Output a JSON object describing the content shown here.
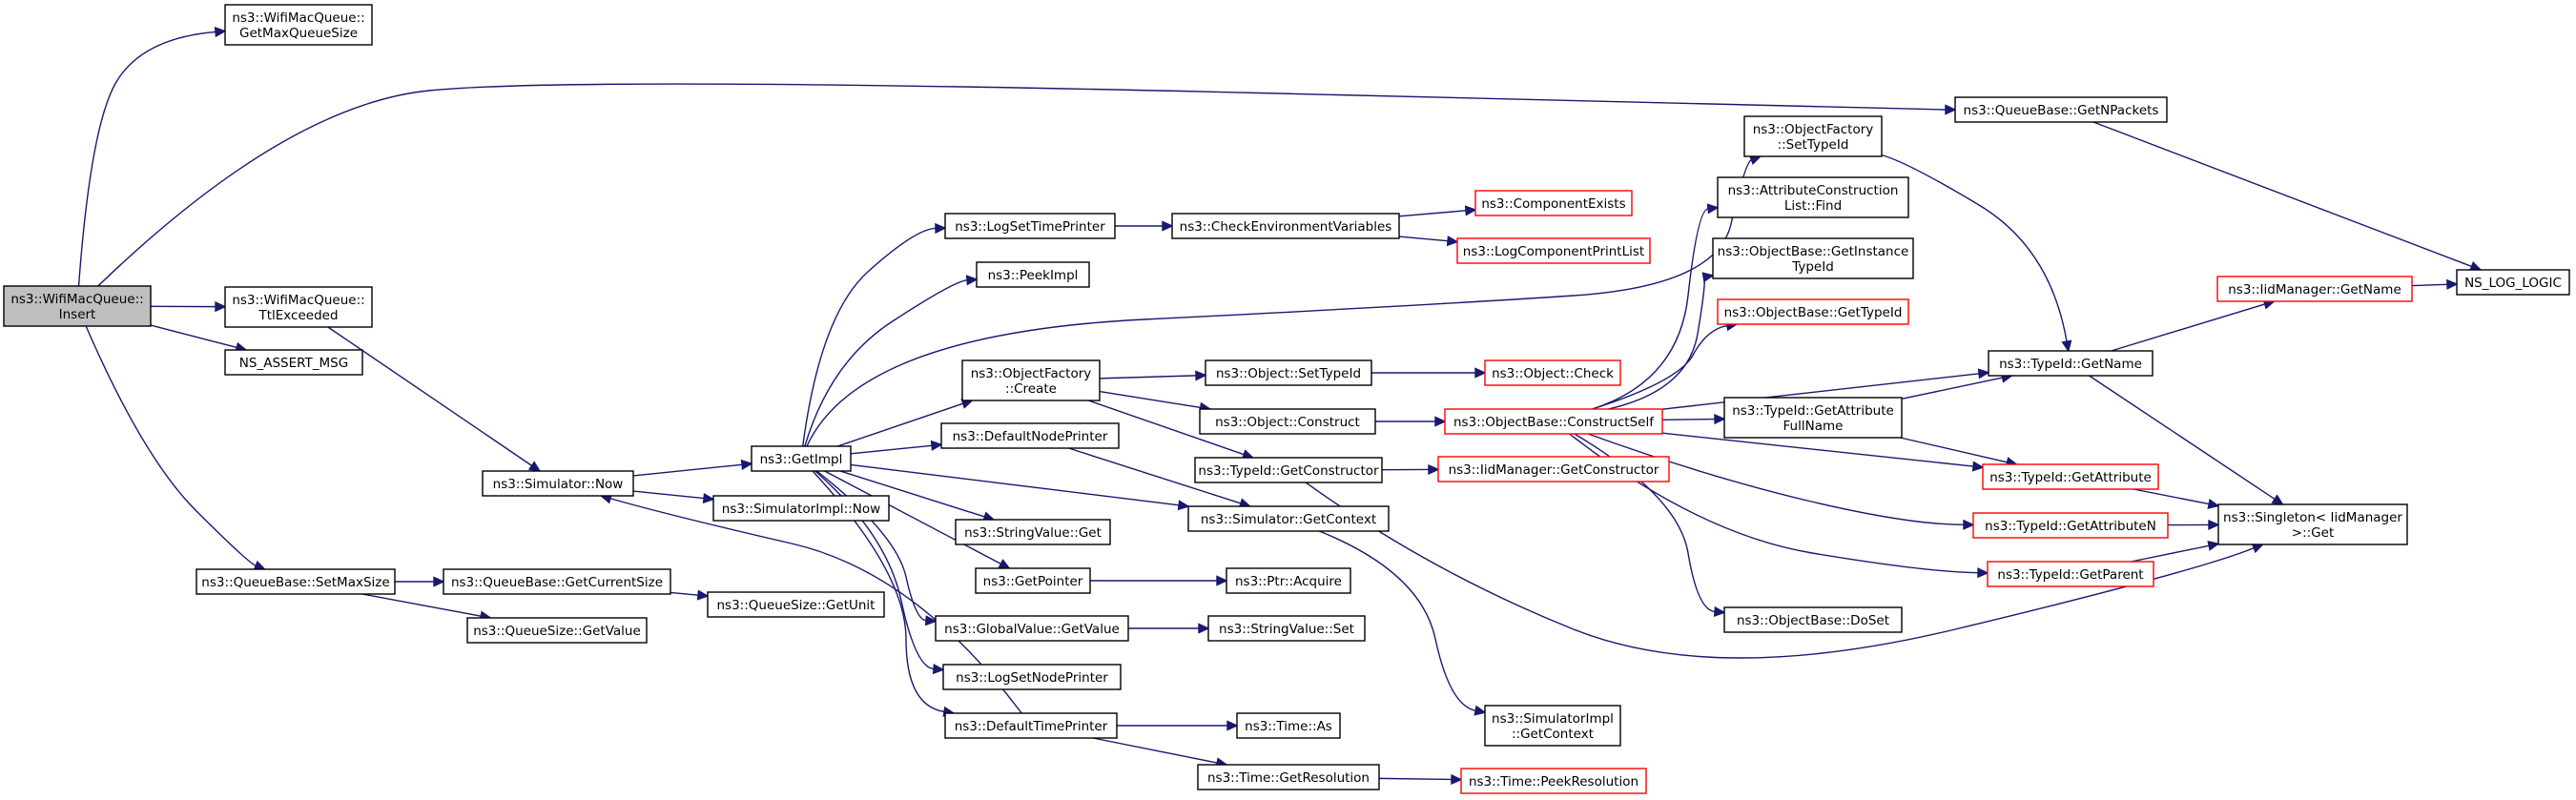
{
  "colors": {
    "edge": "#191970",
    "node_border": "#000000",
    "node_border_incomplete": "#ff0000",
    "root_fill": "#bfbfbf",
    "node_fill": "#ffffff",
    "text": "#000000"
  },
  "nodes": {
    "insert": {
      "lines": [
        "ns3::WifiMacQueue::",
        "Insert"
      ]
    },
    "getmaxqueuesize": {
      "lines": [
        "ns3::WifiMacQueue::",
        "GetMaxQueueSize"
      ]
    },
    "ttlexceeded": {
      "lines": [
        "ns3::WifiMacQueue::",
        "TtlExceeded"
      ]
    },
    "ns_assert_msg": {
      "lines": [
        "NS_ASSERT_MSG"
      ]
    },
    "setmaxsize": {
      "lines": [
        "ns3::QueueBase::SetMaxSize"
      ]
    },
    "getnpackets": {
      "lines": [
        "ns3::QueueBase::GetNPackets"
      ]
    },
    "ns_log_logic": {
      "lines": [
        "NS_LOG_LOGIC"
      ]
    },
    "simulator_now": {
      "lines": [
        "ns3::Simulator::Now"
      ]
    },
    "getimpl": {
      "lines": [
        "ns3::GetImpl"
      ]
    },
    "simulatorimpl_now": {
      "lines": [
        "ns3::SimulatorImpl::Now"
      ]
    },
    "getcurrentsize": {
      "lines": [
        "ns3::QueueBase::GetCurrentSize"
      ]
    },
    "queuesize_getunit": {
      "lines": [
        "ns3::QueueSize::GetUnit"
      ]
    },
    "queuesize_getvalue": {
      "lines": [
        "ns3::QueueSize::GetValue"
      ]
    },
    "logsettimeprinter": {
      "lines": [
        "ns3::LogSetTimePrinter"
      ]
    },
    "peekimpl": {
      "lines": [
        "ns3::PeekImpl"
      ]
    },
    "objectfactory_create": {
      "lines": [
        "ns3::ObjectFactory",
        "::Create"
      ]
    },
    "defaultnodeprinter": {
      "lines": [
        "ns3::DefaultNodePrinter"
      ]
    },
    "stringvalue_get": {
      "lines": [
        "ns3::StringValue::Get"
      ]
    },
    "getpointer": {
      "lines": [
        "ns3::GetPointer"
      ]
    },
    "globalvalue_getvalue": {
      "lines": [
        "ns3::GlobalValue::GetValue"
      ]
    },
    "lognodeprinter": {
      "lines": [
        "ns3::LogSetNodePrinter"
      ]
    },
    "defaulttimeprinter": {
      "lines": [
        "ns3::DefaultTimePrinter"
      ]
    },
    "checkenv": {
      "lines": [
        "ns3::CheckEnvironmentVariables"
      ]
    },
    "object_settypeid": {
      "lines": [
        "ns3::Object::SetTypeId"
      ]
    },
    "object_construct": {
      "lines": [
        "ns3::Object::Construct"
      ]
    },
    "typeid_getconstructor": {
      "lines": [
        "ns3::TypeId::GetConstructor"
      ]
    },
    "simulator_getcontext": {
      "lines": [
        "ns3::Simulator::GetContext"
      ]
    },
    "ptr_acquire": {
      "lines": [
        "ns3::Ptr::Acquire"
      ]
    },
    "stringvalue_set": {
      "lines": [
        "ns3::StringValue::Set"
      ]
    },
    "time_as": {
      "lines": [
        "ns3::Time::As"
      ]
    },
    "time_getresolution": {
      "lines": [
        "ns3::Time::GetResolution"
      ]
    },
    "componentexists": {
      "lines": [
        "ns3::ComponentExists"
      ]
    },
    "logcomponentprintlist": {
      "lines": [
        "ns3::LogComponentPrintList"
      ]
    },
    "object_check": {
      "lines": [
        "ns3::Object::Check"
      ]
    },
    "objectbase_constructself": {
      "lines": [
        "ns3::ObjectBase::ConstructSelf"
      ]
    },
    "iidmanager_getconstructor": {
      "lines": [
        "ns3::IidManager::GetConstructor"
      ]
    },
    "simulatorimpl_getcontext": {
      "lines": [
        "ns3::SimulatorImpl",
        "::GetContext"
      ]
    },
    "time_peekresolution": {
      "lines": [
        "ns3::Time::PeekResolution"
      ]
    },
    "objectfactory_settypeid": {
      "lines": [
        "ns3::ObjectFactory",
        "::SetTypeId"
      ]
    },
    "attributeconstructionlist_find": {
      "lines": [
        "ns3::AttributeConstruction",
        "List::Find"
      ]
    },
    "objectbase_getinstancetypeid": {
      "lines": [
        "ns3::ObjectBase::GetInstance",
        "TypeId"
      ]
    },
    "objectbase_gettypeid": {
      "lines": [
        "ns3::ObjectBase::GetTypeId"
      ]
    },
    "typeid_getattributefullname": {
      "lines": [
        "ns3::TypeId::GetAttribute",
        "FullName"
      ]
    },
    "objectbase_doset": {
      "lines": [
        "ns3::ObjectBase::DoSet"
      ]
    },
    "typeid_getname": {
      "lines": [
        "ns3::TypeId::GetName"
      ]
    },
    "typeid_getattribute": {
      "lines": [
        "ns3::TypeId::GetAttribute"
      ]
    },
    "typeid_getattributen": {
      "lines": [
        "ns3::TypeId::GetAttributeN"
      ]
    },
    "typeid_getparent": {
      "lines": [
        "ns3::TypeId::GetParent"
      ]
    },
    "iidmanager_getname": {
      "lines": [
        "ns3::IidManager::GetName"
      ]
    },
    "singleton_get": {
      "lines": [
        "ns3::Singleton< IidManager",
        " >::Get"
      ]
    }
  }
}
